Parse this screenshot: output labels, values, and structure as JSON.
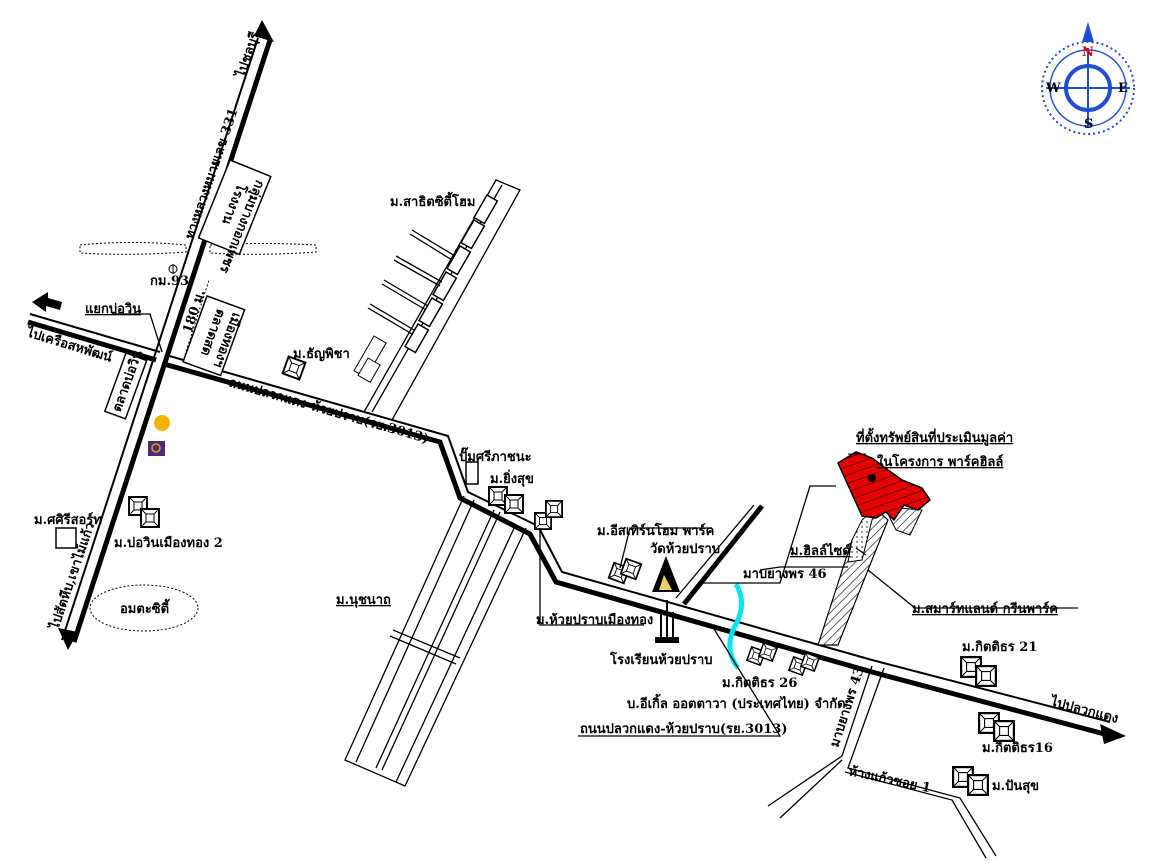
{
  "compass": {
    "n": "N",
    "e": "E",
    "s": "S",
    "w": "W",
    "colors": {
      "needle": "#1a4fd6",
      "north_letter": "#e00000",
      "ring": "#1a4fd6"
    }
  },
  "property": {
    "title": "ที่ตั้งทรัพย์สินที่ประเมินมูลค่า",
    "project": "ในโครงการ พาร์คฮิลล์",
    "color": "#e60000"
  },
  "roads": {
    "highway_331": "ทางหลวงหมายเลข 331",
    "road_3013_top": "ถนนปลวกแดง-ห้วยปราบ(รย.3013)",
    "road_3013_bottom": "ถนนปลวกแดง-ห้วยปราบ(รย.3013)",
    "mabyang_43": "มาบยางพร 43",
    "hangkaew_soi1": "ห้างแก้วซอย 1"
  },
  "directions": {
    "to_chonburi": "ไปชลบุรี",
    "to_sahapat": "ไปเครือสหพัฒน์",
    "to_sattahip": "ไปสัตหีบ,เขาไม้แก้ว",
    "to_pluakdaeng": "ไปปลวกแดง"
  },
  "places": {
    "factory_1": "โรงงาน",
    "factory_2": "กลุ่มบางกอกเพชร",
    "km93": "กม.93",
    "bowin_junction": "แยกบ่อวิน",
    "distance": "180 ม.",
    "market_1": "ตลาดสด",
    "market_2": "เมืองทองฯ",
    "bowin_market": "ตลาดบ่อวิน",
    "thanyapicha": "ม.ธัญพิชา",
    "sathit_city_home": "ม.สาธิตซิตี้โฮม",
    "sirisort": "ม.ศศิรีสอร์ท",
    "bowin_muangthong2": "ม.บ่อวินเมืองทอง 2",
    "amata_city": "อมตะซิตี้",
    "nuchanat": "ม.นุชนาถ",
    "pump": "ปั๊มศรีภาชนะ",
    "yingsuk": "ม.ยิ่งสุข",
    "huaiprab_muangthong": "ม.ห้วยปราบเมืองทอง",
    "eastern_home": "ม.อีสเทิร์นโฮม พาร์ค",
    "wat_huaiprab": "วัดห้วยปราบ",
    "school_huaiprab": "โรงเรียนห้วยปราบ",
    "kittithorn26": "ม.กิตติธร 26",
    "eagle_ottawa": "บ.อีเกิ้ล ออตตาวา (ประเทศไทย) จำกัด",
    "hillside": "ม.ฮิลล์ไซด์",
    "mabyang_46": "มาบยางพร 46",
    "smartland": "ม.สมาร์ทแลนด์ กรีนพาร์ค",
    "kittithorn21": "ม.กิตติธร 21",
    "kittithorn16": "ม.กิตติธร16",
    "pansuk": "ม.ปันสุข"
  }
}
